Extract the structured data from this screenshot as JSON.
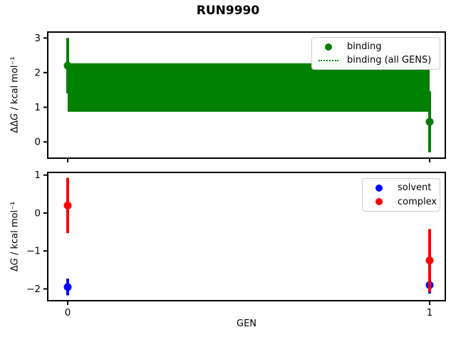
{
  "title": "RUN9990",
  "chart_data": [
    {
      "type": "scatter",
      "panel": "top",
      "ylabel": "ΔΔG / kcal mol⁻¹",
      "ylabel_prefix": "ΔΔ",
      "ylabel_var": "G",
      "ylabel_units": " / kcal mol⁻¹",
      "ylim": [
        -0.47,
        3.17
      ],
      "yticks": [
        3,
        2,
        1,
        0
      ],
      "ytick_labels": [
        "3",
        "2",
        "1",
        "0"
      ],
      "xticks": [
        0,
        1
      ],
      "show_xtick_labels": false,
      "x": [
        0,
        1
      ],
      "series": [
        {
          "name": "binding",
          "color": "#008000",
          "marker": "dot",
          "y": [
            2.2,
            0.58
          ],
          "yerr": [
            0.8,
            0.88
          ]
        }
      ],
      "band": {
        "name": "binding (all GENS)",
        "color": "#008000",
        "style": "dotted",
        "lo": 0.87,
        "hi": 2.27,
        "x_range": [
          0,
          1
        ]
      },
      "legend": {
        "position": "upper right",
        "entries": [
          {
            "label": "binding",
            "marker": "dot",
            "color": "#008000"
          },
          {
            "label": "binding (all GENS)",
            "marker": "dotted-line",
            "color": "#008000"
          }
        ]
      }
    },
    {
      "type": "scatter",
      "panel": "bottom",
      "xlabel": "GEN",
      "ylabel": "ΔG / kcal mol⁻¹",
      "ylabel_prefix": "Δ",
      "ylabel_var": "G",
      "ylabel_units": " / kcal mol⁻¹",
      "ylim": [
        -2.31,
        1.07
      ],
      "yticks": [
        1,
        0,
        -1,
        -2
      ],
      "ytick_labels": [
        "1",
        "0",
        "−1",
        "−2"
      ],
      "xticks": [
        0,
        1
      ],
      "xtick_labels": [
        "0",
        "1"
      ],
      "show_xtick_labels": true,
      "x": [
        0,
        1
      ],
      "series": [
        {
          "name": "solvent",
          "color": "#0000ff",
          "marker": "dot",
          "y": [
            -1.95,
            -1.9
          ],
          "yerr": [
            0.22,
            0.22
          ]
        },
        {
          "name": "complex",
          "color": "#ff0000",
          "marker": "dot",
          "y": [
            0.2,
            -1.25
          ],
          "yerr": [
            0.73,
            0.83
          ]
        }
      ],
      "legend": {
        "position": "upper right",
        "entries": [
          {
            "label": "solvent",
            "marker": "dot",
            "color": "#0000ff"
          },
          {
            "label": "complex",
            "marker": "dot",
            "color": "#ff0000"
          }
        ]
      }
    }
  ]
}
